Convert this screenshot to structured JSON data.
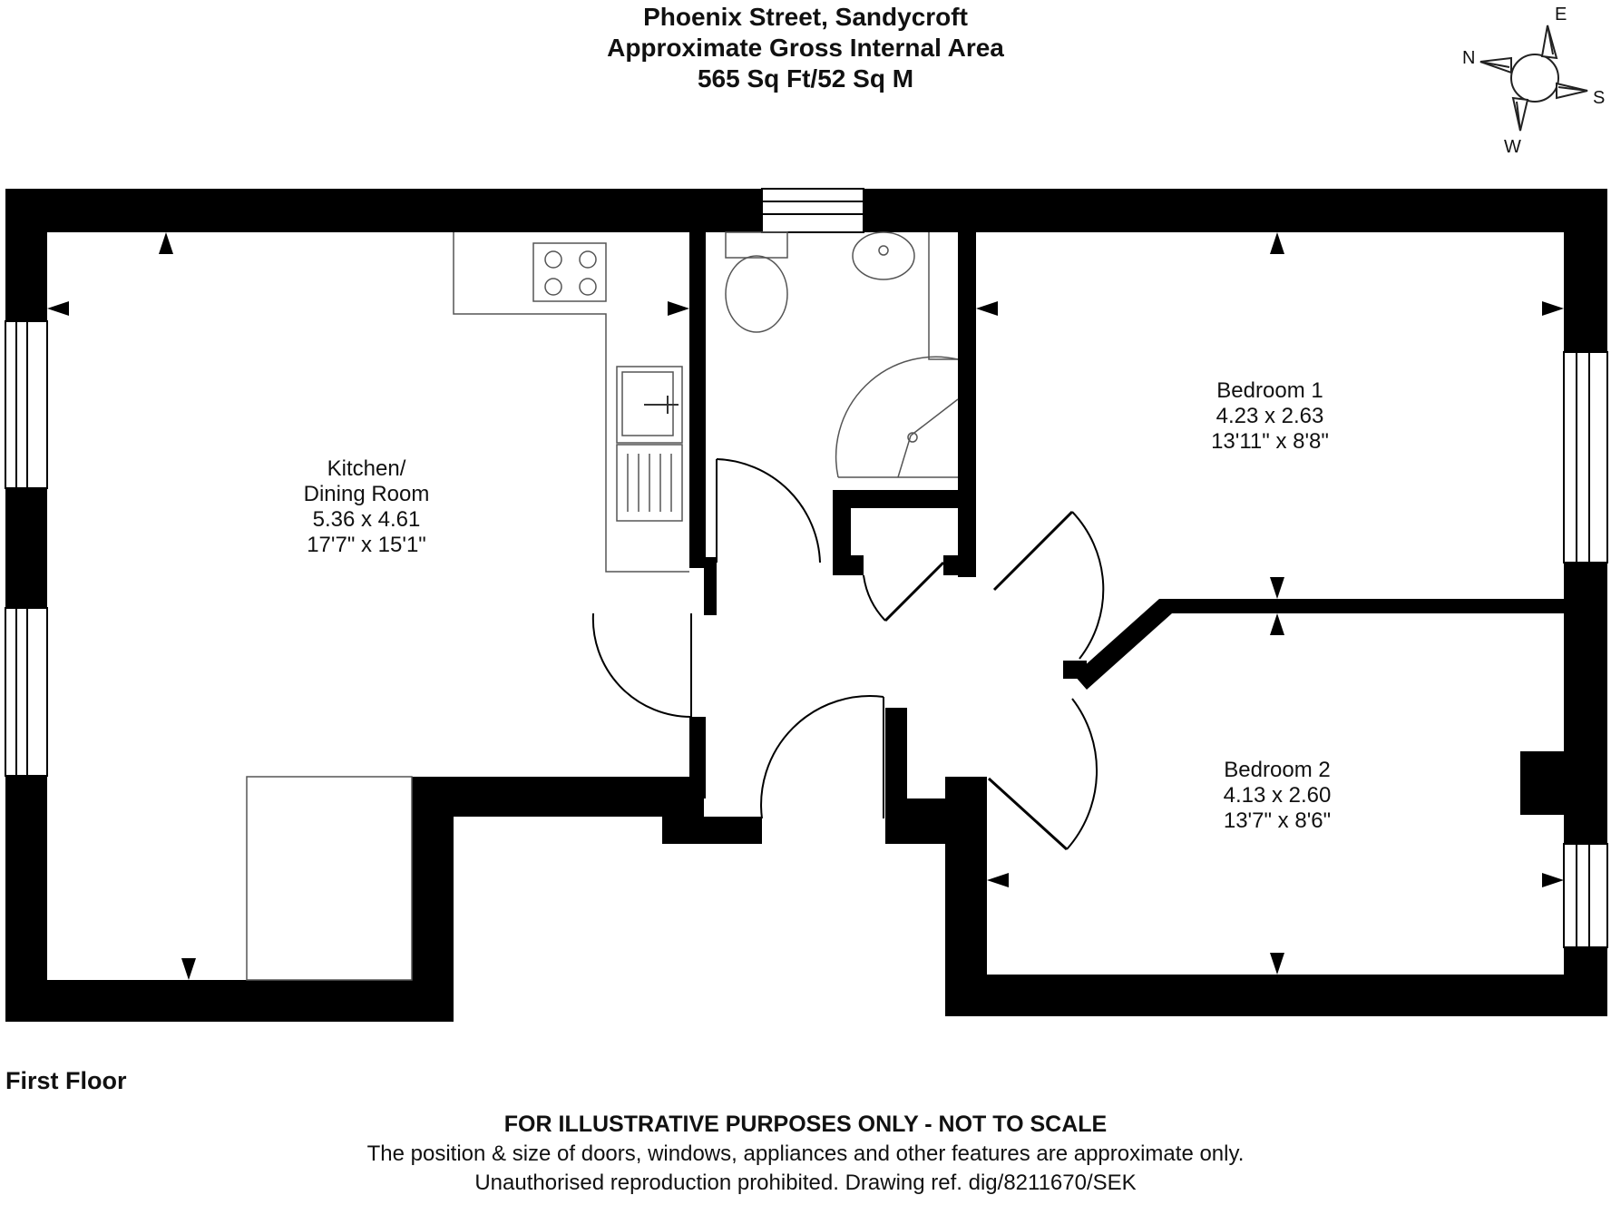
{
  "header": {
    "title": "Phoenix Street, Sandycroft",
    "subtitle": "Approximate Gross Internal Area",
    "area": "565 Sq Ft/52 Sq M"
  },
  "compass": {
    "n": "N",
    "e": "E",
    "s": "S",
    "w": "W"
  },
  "rooms": {
    "kitchen": {
      "name_line1": "Kitchen/",
      "name_line2": "Dining Room",
      "metric": "5.36 x 4.61",
      "imperial": "17'7\" x 15'1\""
    },
    "bedroom1": {
      "name": "Bedroom 1",
      "metric": "4.23 x 2.63",
      "imperial": "13'11\" x 8'8\""
    },
    "bedroom2": {
      "name": "Bedroom 2",
      "metric": "4.13 x 2.60",
      "imperial": "13'7\" x 8'6\""
    }
  },
  "floor_label": "First Floor",
  "footer": {
    "disclaimer": "FOR ILLUSTRATIVE PURPOSES ONLY - NOT TO SCALE",
    "line2": "The position & size of doors, windows, appliances and other features are approximate only.",
    "line3": "Unauthorised reproduction prohibited. Drawing ref. dig/8211670/SEK"
  },
  "colors": {
    "wall": "#000000",
    "fixture_line": "#555555",
    "background": "#ffffff"
  }
}
